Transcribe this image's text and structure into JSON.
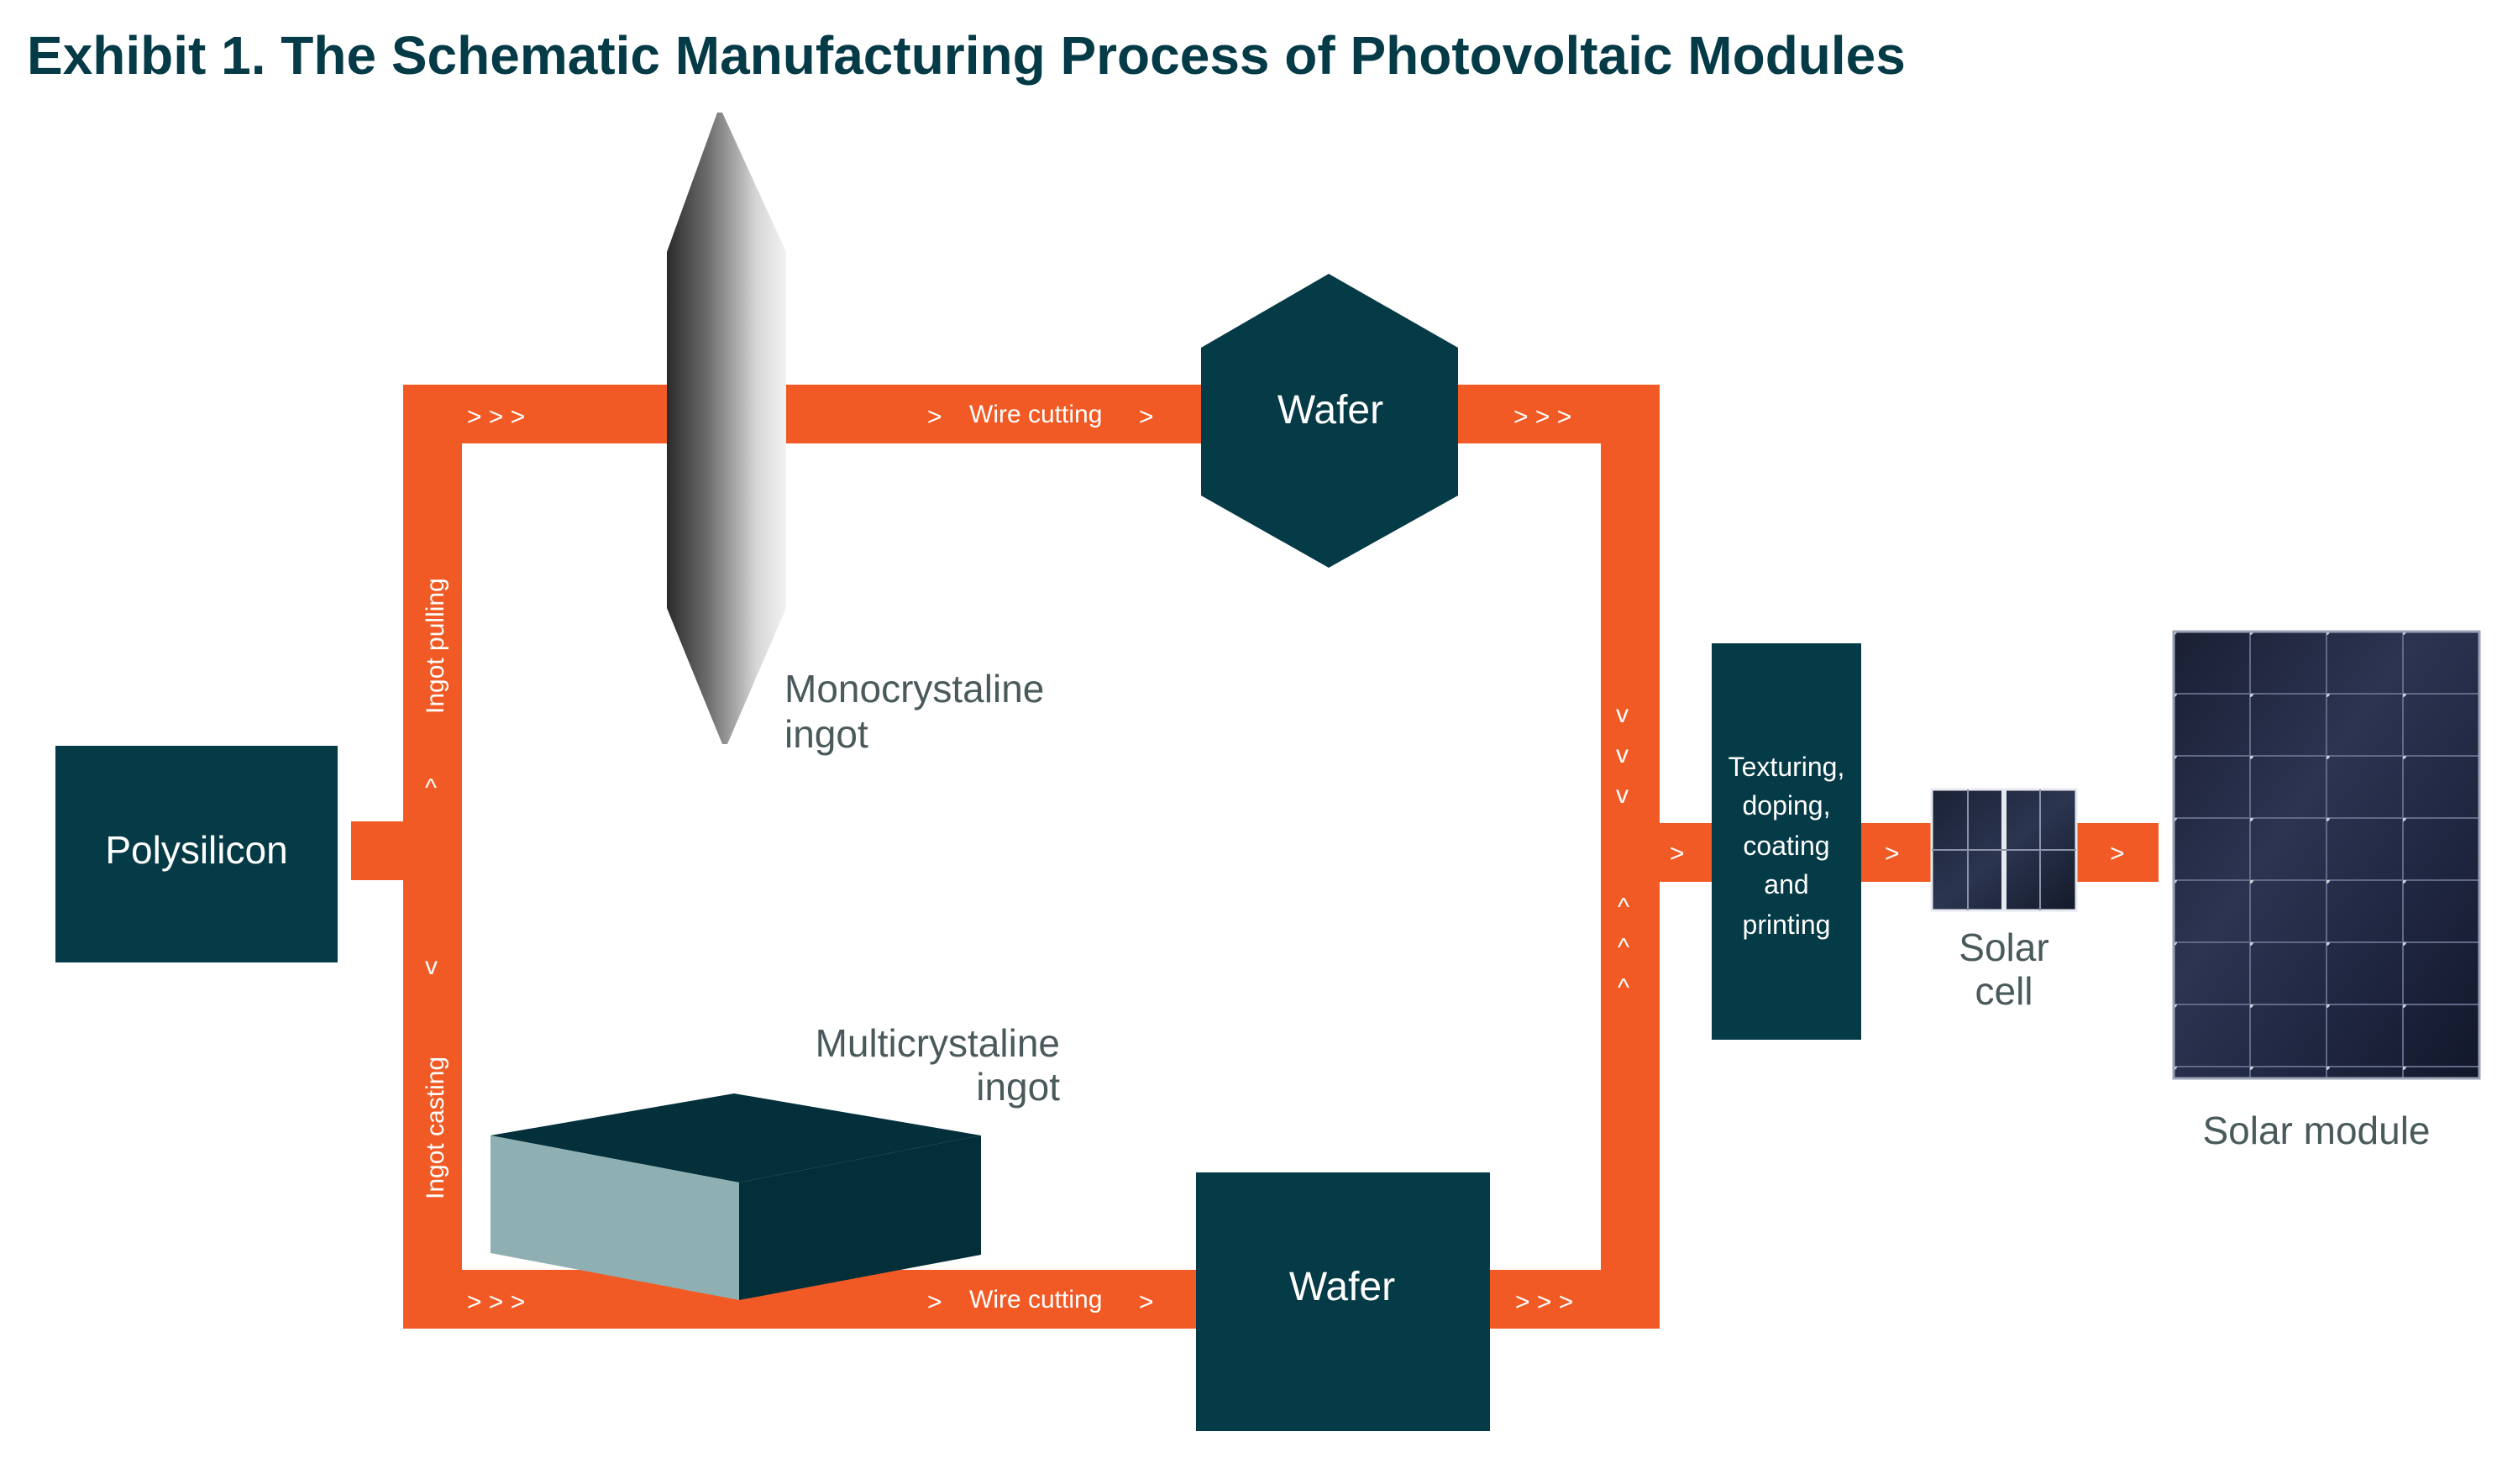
{
  "title": "Exhibit 1. The Schematic Manufacturing Process of Photovoltaic Modules",
  "colors": {
    "orange": "#F15A24",
    "navy": "#053A47",
    "gray_text": "#4A5A5C",
    "ingot_top": "#032F38",
    "ingot_front": "#8FB0B2"
  },
  "nodes": {
    "polysilicon": "Polysilicon",
    "wafer_top": "Wafer",
    "wafer_bottom": "Wafer",
    "process_line1": "Texturing,",
    "process_line2": "doping,",
    "process_line3": "coating",
    "process_line4": "and",
    "process_line5": "printing"
  },
  "labels": {
    "mono_line1": "Monocrystaline",
    "mono_line2": "ingot",
    "multi_line1": "Multicrystaline",
    "multi_line2": "ingot",
    "solar_cell_line1": "Solar",
    "solar_cell_line2": "cell",
    "solar_module": "Solar module"
  },
  "paths": {
    "ingot_pulling": "Ingot pulling",
    "ingot_casting": "Ingot casting",
    "wire_cutting_top": "Wire cutting",
    "wire_cutting_bottom": "Wire cutting"
  },
  "arrows": {
    "right": ">",
    "triple_right": "> > >",
    "up": "^",
    "down": "v"
  }
}
